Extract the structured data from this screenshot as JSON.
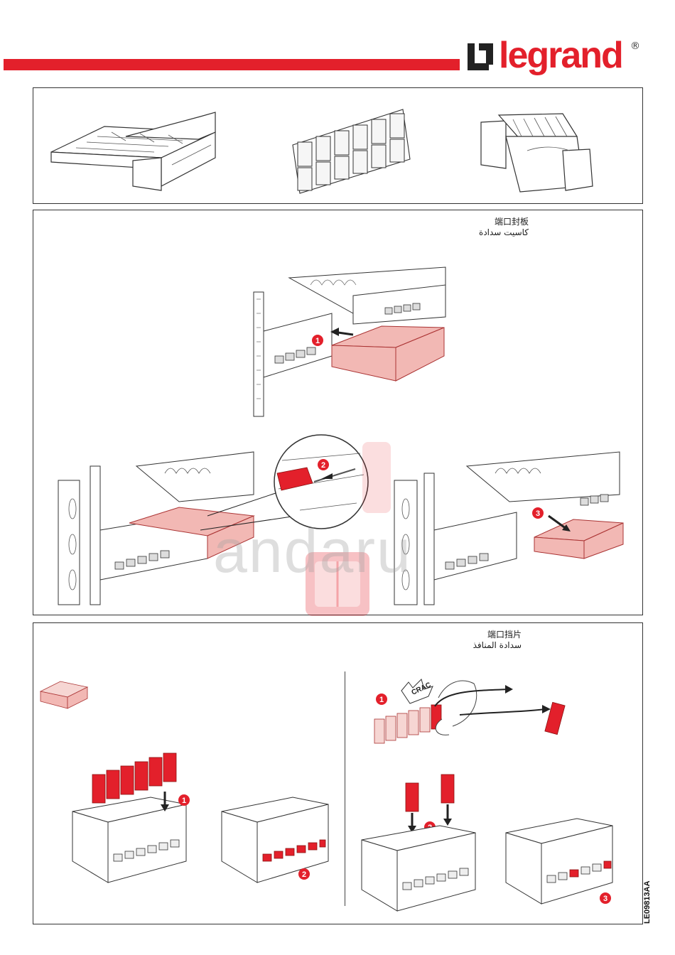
{
  "header": {
    "brand": "legrand",
    "registered": "®",
    "accent_color": "#e3202b"
  },
  "panels": [
    {
      "id": "parts-overview",
      "items": [
        "cassette-tray",
        "port-blank-strip",
        "cable-manager-clip"
      ]
    },
    {
      "id": "cassette",
      "caption_zh": "端口封板",
      "caption_ar": "كاسيت سدادة",
      "step_badges": [
        "1",
        "2",
        "3"
      ]
    },
    {
      "id": "port-blanks",
      "caption_zh": "端口挡片",
      "caption_ar": "سدادة المنافذ",
      "step_badges": [
        "1",
        "2",
        "1",
        "2",
        "3"
      ],
      "sound_label": "CRAC"
    }
  ],
  "watermark": {
    "text": "andaru"
  },
  "doc_ref": "LE09813AA",
  "colors": {
    "highlight_red": "#e3202b",
    "part_pink": "#f2b8b4",
    "line": "#333333"
  }
}
